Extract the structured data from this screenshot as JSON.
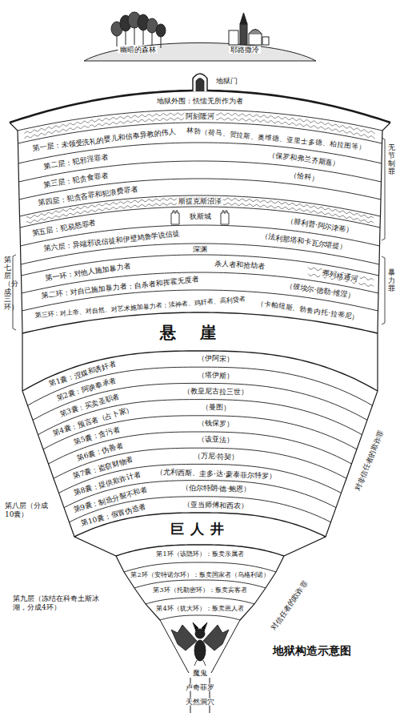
{
  "diagram": {
    "caption": "地狱构造示意图",
    "nodes": [
      {
        "text": [
          "地狱外围：怯懦无所作为者"
        ]
      },
      {
        "text": [
          "阿刻隆河"
        ]
      },
      {
        "text": [
          "第一层：未领受洗礼的婴儿和信奉异教的伟人",
          "林勃（荷马、贺拉斯、奥维德、亚里士多德、柏拉图等）"
        ]
      },
      {
        "text": [
          "第二层：犯邪淫罪者",
          "（保罗和弗兰齐斯嘉）"
        ]
      },
      {
        "text": [
          "第三层：犯贪食罪者",
          "（恰科）"
        ]
      },
      {
        "text": [
          "第四层：犯贪吝罪和犯浪费罪者"
        ]
      },
      {
        "text": [
          "斯提克斯沼泽"
        ]
      },
      {
        "text": [
          "第五层：犯易怒罪者",
          "狄斯城",
          "（腓利普·阿尔津蒂）"
        ]
      },
      {
        "text": [
          "第六层：异端邪说信徒和伊壁鸠鲁学说信徒",
          "（法利那塔和卡瓦尔堪提）"
        ]
      },
      {
        "text": [
          "深渊"
        ]
      },
      {
        "text": [
          "第一环：对他人施加暴力者",
          "杀人者和抢劫者",
          "弗列格通河"
        ]
      },
      {
        "text": [
          "第二环：对自己施加暴力者：自杀者和挥霍无度者",
          "（彼埃尔·德勒·维涅）"
        ]
      },
      {
        "text": [
          "第三环：对上帝、对自然、对艺术施加暴力者：渎神者、鸡奸者、高利贷者",
          "（卡帕纽斯、勃鲁内托·拉蒂尼）"
        ]
      },
      {
        "text": [
          "悬崖"
        ]
      },
      {
        "text": [
          "第1囊：淫媒和诱奸者",
          "（伊阿宋）"
        ]
      },
      {
        "text": [
          "第2囊：阿谀奉承者",
          "（塔伊斯）"
        ]
      },
      {
        "text": [
          "第3囊：买卖圣职者",
          "（教皇尼古拉三世）"
        ]
      },
      {
        "text": [
          "第4囊：预言者（占卜家）",
          "（曼图）"
        ]
      },
      {
        "text": [
          "第5囊：贪污者",
          "（钱保罗）"
        ]
      },
      {
        "text": [
          "第6囊：伪善者",
          "（该亚法）"
        ]
      },
      {
        "text": [
          "第7囊：盗窃财物者",
          "（万尼·符契）"
        ]
      },
      {
        "text": [
          "第8囊：提供欺诈计者",
          "（尤利西斯、圭多·达·蒙泰菲尔特罗）"
        ]
      },
      {
        "text": [
          "第9囊：制造分裂不和者",
          "（伯尔特朗·德·鲍恩）"
        ]
      },
      {
        "text": [
          "第10囊：假冒伪造者",
          "（亚当师傅和西农）"
        ]
      },
      {
        "text": [
          "巨人井"
        ]
      },
      {
        "text": [
          "第1环（该隐环）：叛卖亲属者"
        ]
      },
      {
        "text": [
          "第2环（安特诺尔环）：叛卖国家者（乌格利诺）"
        ]
      },
      {
        "text": [
          "第3环（托勒密环）：叛卖宾客者"
        ]
      },
      {
        "text": [
          "第4环（犹大环）：叛卖恩人者"
        ]
      }
    ],
    "labels": [
      "幽暗的森林",
      "耶路撒冷",
      "地狱门",
      "无节制罪",
      "第七层（分成三环）",
      "暴力罪",
      "第八层（分成10囊）",
      "对非信任者的欺诈罪",
      "第九层（冻结在科奇土斯冰湖，分成4环）",
      "对信任者的欺诈罪",
      "魔鬼",
      "卢奇菲罗",
      "天然洞穴"
    ]
  }
}
